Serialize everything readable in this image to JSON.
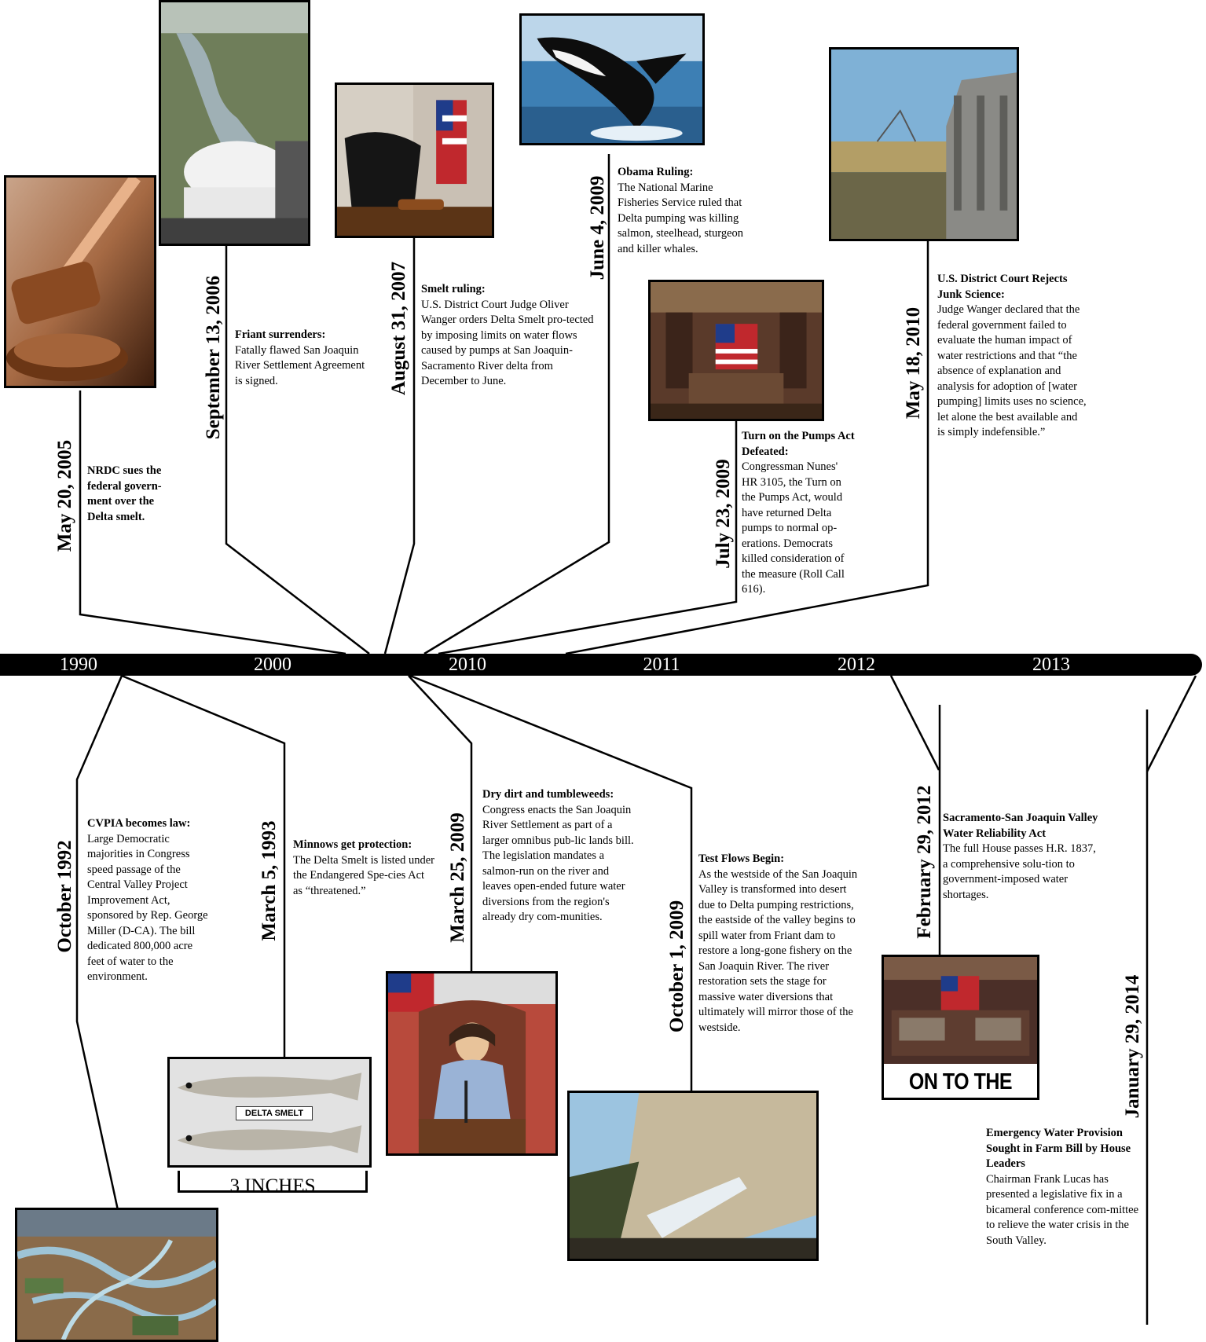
{
  "axis": {
    "years": [
      "1990",
      "2000",
      "2010",
      "2011",
      "2012",
      "2013"
    ]
  },
  "events": {
    "e2005": {
      "date": "May 20, 2005",
      "head": "NRDC sues the federal govern-ment over the Delta smelt.",
      "body": ""
    },
    "e2006": {
      "date": "September 13, 2006",
      "head": "Friant surrenders:",
      "body": "Fatally flawed San Joaquin River Settlement Agreement is signed."
    },
    "e2007": {
      "date": "August 31, 2007",
      "head": "Smelt ruling:",
      "body": "U.S. District Court Judge Oliver Wanger orders Delta Smelt pro-tected by imposing limits on water flows caused by pumps at San Joaquin-Sacramento River delta from December to June."
    },
    "e2009a": {
      "date": "June 4, 2009",
      "head": "Obama Ruling:",
      "body": "The National Marine Fisheries Service ruled that Delta pumping was killing salmon, steelhead, sturgeon and killer whales."
    },
    "e2009b": {
      "date": "July 23, 2009",
      "head": "Turn on the Pumps Act Defeated:",
      "body": "Congressman Nunes' HR 3105, the Turn on the Pumps Act, would have returned Delta pumps to normal op-erations. Democrats killed consideration of the measure (Roll Call 616)."
    },
    "e2010": {
      "date": "May 18, 2010",
      "head": "U.S. District Court Rejects Junk Science:",
      "body": "Judge Wanger declared that the federal government failed to evaluate the human impact of water restrictions and that “the absence of explanation and analysis for adoption of [water pumping] limits uses no science, let alone the best available and is simply indefensible.”"
    },
    "e1992": {
      "date": "October 1992",
      "head": "CVPIA becomes law:",
      "body": "Large Democratic majorities in Congress speed passage of the Central Valley Project Improvement Act, sponsored by Rep. George Miller (D-CA).  The bill dedicated 800,000 acre feet of water to the environment."
    },
    "e1993": {
      "date": "March 5, 1993",
      "head": "Minnows get protection:",
      "body": "The Delta Smelt is listed under the Endangered Spe-cies Act as “threatened.”"
    },
    "e2009c": {
      "date": "March 25, 2009",
      "head": "Dry dirt and tumbleweeds:",
      "body": "Congress enacts the San Joaquin River Settlement as part of a larger omnibus pub-lic lands bill.  The legislation mandates a salmon-run on the river and leaves open-ended future water diversions from the region's already dry com-munities."
    },
    "e2009d": {
      "date": "October 1, 2009",
      "head": "Test Flows Begin:",
      "body": "As the westside of the San Joaquin Valley is transformed into desert due to Delta pumping restrictions, the eastside of the valley begins to spill water from Friant dam to restore a long-gone fishery on the San Joaquin River. The river restoration sets the stage for massive water diversions that ultimately will mirror those of the westside."
    },
    "e2012": {
      "date": "February 29, 2012",
      "head": "Sacramento-San Joaquin Valley Water Reliability Act",
      "body": "The full House passes H.R. 1837, a comprehensive solu-tion to government-imposed water shortages."
    },
    "e2014": {
      "date": "January 29, 2014",
      "head": "Emergency Water Provision Sought in Farm Bill by House Leaders",
      "body": "Chairman Frank Lucas has presented a legislative fix in a bicameral conference com-mittee to relieve the water crisis in the South Valley."
    }
  },
  "photos": {
    "smelt_label": "DELTA SMELT",
    "scale_label": "3 INCHES",
    "senate_caption": "ON TO THE SENATE"
  }
}
